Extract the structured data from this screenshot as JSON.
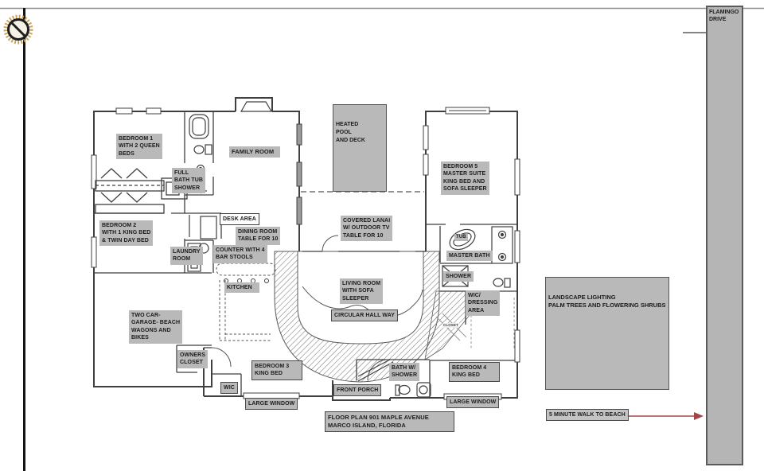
{
  "street": {
    "label": "FLAMINGO\nDRIVE"
  },
  "plan_title": "FLOOR PLAN 901 MAPLE AVENUE\nMARCO ISLAND, FLORIDA",
  "notes": {
    "landscape": "LANDSCAPE LIGHTING\nPALM TREES AND FLOWERING SHRUBS",
    "beach": "5 MINUTE WALK TO BEACH"
  },
  "rooms": {
    "bedroom1": "BEDROOM 1\nWITH 2 QUEEN\nBEDS",
    "bedroom2": "BEDROOM 2\nWITH 1 KING BED\n& TWIN DAY BED",
    "bedroom3": "BEDROOM 3\nKING BED",
    "bedroom4": "BEDROOM 4\nKING BED",
    "bedroom5": "BEDROOM 5\nMASTER SUITE\nKING BED AND\nSOFA SLEEPER",
    "family_room": "FAMILY ROOM",
    "heated_pool": "HEATED\nPOOL\nAND DECK",
    "full_bath": "FULL\nBATH TUB\nSHOWER",
    "desk_area": "DESK AREA",
    "dining_room": "DINING ROOM\nTABLE FOR 10",
    "covered_lanai": "COVERED LANAI\nW/ OUTDOOR TV\nTABLE FOR 10",
    "master_bath": "MASTER BATH",
    "tub": "TUB",
    "laundry": "LAUNDRY\nROOM",
    "counter": "COUNTER WITH 4\nBAR STOOLS",
    "shower": "SHOWER",
    "kitchen": "KITCHEN",
    "living_room": "LIVING ROOM\nWITH SOFA\nSLEEPER",
    "wic_dressing": "WIC/\nDRESSING\nAREA",
    "garage": "TWO CAR-\nGARAGE- BEACH\nWAGONS AND\nBIKES",
    "circular_hall": "CIRCULAR HALL WAY",
    "owners_closet": "OWNERS\nCLOSET",
    "bath_shower": "BATH W/\nSHOWER",
    "wic": "WIC",
    "closet": "CLOSET",
    "large_window_left": "LARGE WINDOW",
    "large_window_right": "LARGE WINDOW",
    "front_porch": "FRONT PORCH"
  },
  "colors": {
    "label_bg": "#b9b9b9",
    "wall": "#3f3f3f",
    "hatch": "#707070",
    "arrow": "#a04848",
    "compass_ring": "#c9a35a"
  }
}
